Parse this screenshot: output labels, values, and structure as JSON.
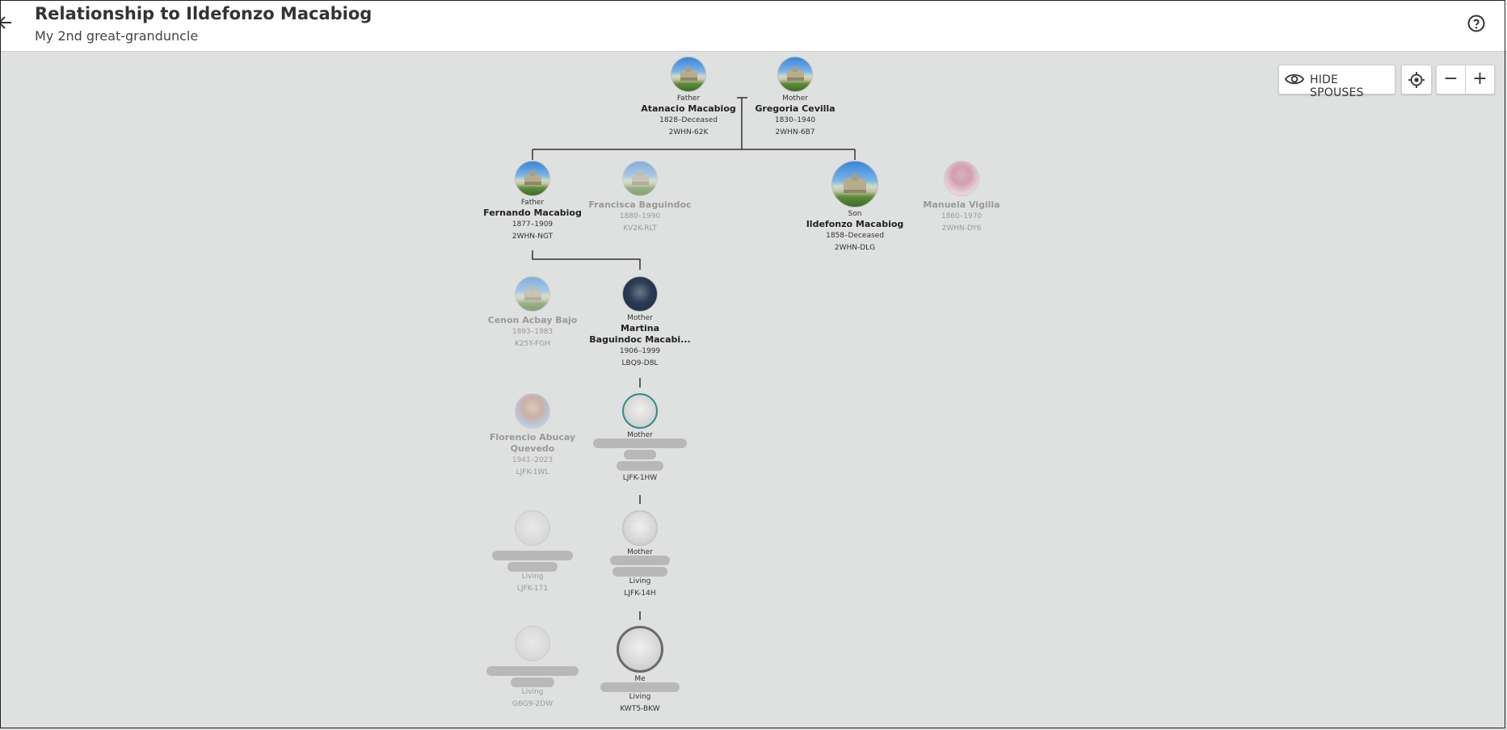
{
  "header": {
    "title": "Relationship to Ildefonzo Macabiog",
    "subtitle": "My 2nd great-granduncle"
  },
  "controls": {
    "hide_spouses_label": "HIDE SPOUSES",
    "zoom_out": "−",
    "zoom_in": "+"
  },
  "icons": [
    "back-arrow-icon",
    "help-icon",
    "eye-icon",
    "locate-icon"
  ],
  "people": {
    "atanacio": {
      "rel": "Father",
      "name": "Atanacio Macabiog",
      "dates": "1828–Deceased",
      "pid": "2WHN-62K"
    },
    "gregoria": {
      "rel": "Mother",
      "name": "Gregoria Cevilla",
      "dates": "1830–1940",
      "pid": "2WHN-6B7"
    },
    "fernando": {
      "rel": "Father",
      "name": "Fernando Macabiog",
      "dates": "1877–1909",
      "pid": "2WHN-NGT"
    },
    "francisca": {
      "name": "Francisca Baguindoc",
      "dates": "1880–1990",
      "pid": "KV2K-RLT"
    },
    "ildefonzo": {
      "rel": "Son",
      "name": "Ildefonzo Macabiog",
      "dates": "1858–Deceased",
      "pid": "2WHN-DLG"
    },
    "manuela": {
      "name": "Manuela Vigilia",
      "dates": "1860–1970",
      "pid": "2WHN-DY6"
    },
    "cenon": {
      "name": "Cenon Acbay Bajo",
      "dates": "1893–1983",
      "pid": "K25Y-FGH"
    },
    "martina": {
      "rel": "Mother",
      "name_line1": "Martina",
      "name_line2": "Baguindoc Macabi...",
      "dates": "1906–1999",
      "pid": "LBQ9-D8L"
    },
    "florencio": {
      "name_line1": "Florencio Abucay",
      "name_line2": "Quevedo",
      "dates": "1941–2023",
      "pid": "LJFK-1WL"
    },
    "gen4_mother": {
      "rel": "Mother",
      "pid": "LJFK-1HW"
    },
    "gen5_spouse": {
      "dates": "Living",
      "pid": "LJFK-171"
    },
    "gen5_mother": {
      "rel": "Mother",
      "dates": "Living",
      "pid": "LJFK-14H"
    },
    "gen6_spouse": {
      "dates": "Living",
      "pid": "G6G9-2DW"
    },
    "me": {
      "rel": "Me",
      "dates": "Living",
      "pid": "KWT5-BKW"
    }
  }
}
